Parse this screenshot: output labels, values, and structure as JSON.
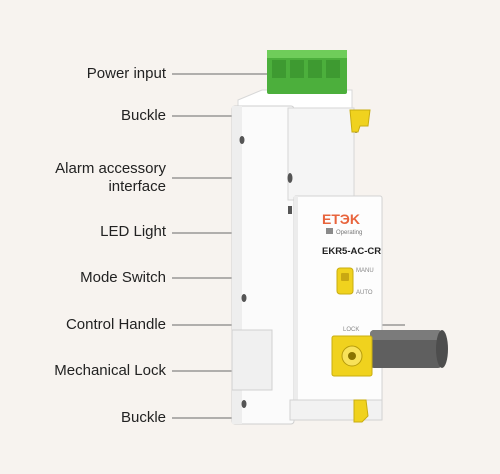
{
  "callouts": [
    {
      "lines": [
        "Power input"
      ],
      "icon": "power-terminal-icon"
    },
    {
      "lines": [
        "Buckle"
      ]
    },
    {
      "lines": [
        "Alarm accessory",
        "interface"
      ]
    },
    {
      "lines": [
        "LED Light"
      ]
    },
    {
      "lines": [
        "Mode Switch"
      ]
    },
    {
      "lines": [
        "Control Handle"
      ]
    },
    {
      "lines": [
        "Mechanical Lock"
      ]
    },
    {
      "lines": [
        "Buckle"
      ]
    }
  ],
  "device": {
    "brand": "ETЭK",
    "model": "EKR5-AC-CR",
    "led_label": "Operating",
    "switch_top": "MANU",
    "switch_bottom": "AUTO",
    "lock_label": "LOCK"
  },
  "colors": {
    "background": "#f7f3ef",
    "brand": "#e8643c",
    "terminal": "#4caf3c",
    "buckle": "#f0d21e",
    "handle": "#5f5f5f",
    "leader": "#6a6a6a",
    "body": "#fdfdfd"
  }
}
